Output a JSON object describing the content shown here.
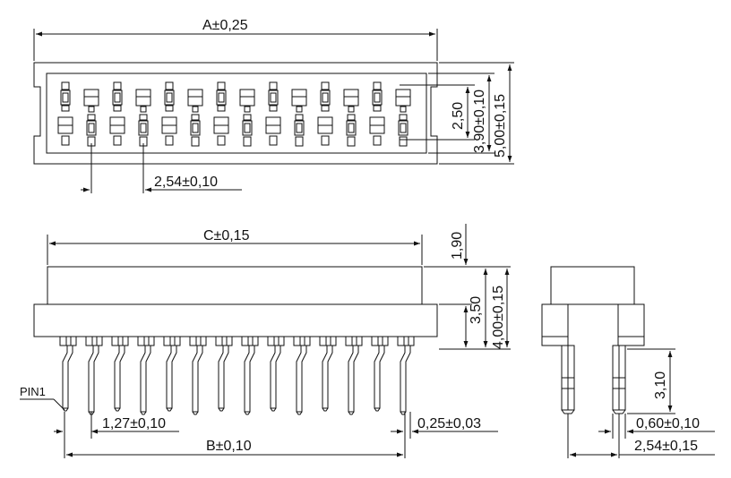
{
  "top_view": {
    "dim_length": "A±0,25",
    "dim_pitch": "2,54±0,10",
    "dim_row_spacing": "2,50",
    "dim_inner_width": "3,90±0,10",
    "dim_outer_width": "5,00±0,15",
    "contacts_per_row": 14
  },
  "side_view": {
    "dim_body_length": "C±0,15",
    "dim_top_gap": "1,90",
    "dim_upper_height": "3,50",
    "dim_total_height": "4,00±0,15",
    "pin1_label": "PIN1",
    "dim_pin_offset": "1,27±0,10",
    "dim_pin_span": "B±0,10",
    "dim_pin_thickness": "0,25±0,03",
    "pin_count": 14
  },
  "end_view": {
    "dim_pin_length": "3,10",
    "dim_pin_width": "0,60±0,10",
    "dim_row_pitch": "2,54±0,15"
  }
}
